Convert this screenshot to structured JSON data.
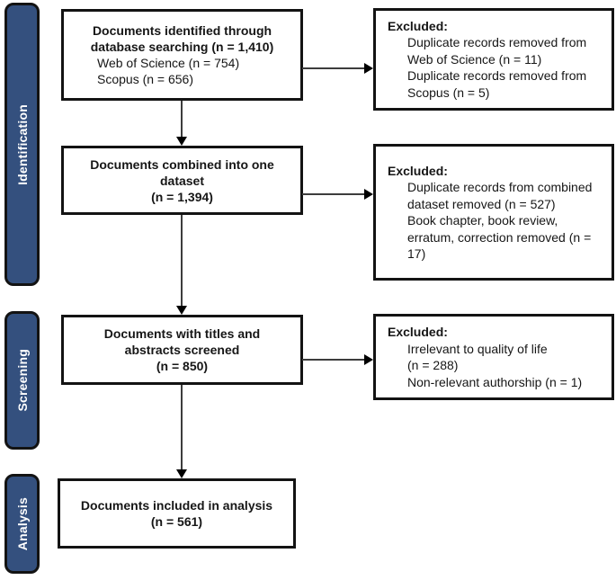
{
  "diagram": {
    "stages": {
      "identification": "Identification",
      "screening": "Screening",
      "analysis": "Analysis"
    },
    "boxes": {
      "identified": {
        "title_lines": [
          "Documents identified through",
          "database searching (n = 1,410)"
        ],
        "detail_lines": [
          "Web of Science (n = 754)",
          "Scopus (n = 656)"
        ]
      },
      "combined": {
        "title_lines": [
          "Documents combined into one",
          "dataset",
          "(n = 1,394)"
        ]
      },
      "screened": {
        "title_lines": [
          "Documents with titles and",
          "abstracts screened",
          "(n = 850)"
        ]
      },
      "included": {
        "title_lines": [
          "Documents included in analysis",
          "(n = 561)"
        ]
      }
    },
    "excluded": [
      {
        "title": "Excluded:",
        "lines": [
          "Duplicate records removed from",
          "Web of Science (n = 11)",
          "Duplicate records removed from",
          "Scopus (n = 5)"
        ]
      },
      {
        "title": "Excluded:",
        "lines": [
          "Duplicate records from combined",
          "dataset removed (n = 527)",
          "Book chapter, book review,",
          "erratum, correction removed (n =",
          "17)"
        ]
      },
      {
        "title": "Excluded:",
        "lines": [
          "Irrelevant to quality of life",
          "(n = 288)",
          "Non-relevant authorship (n = 1)"
        ]
      }
    ],
    "colors": {
      "stage_fill": "#34507e",
      "stage_text": "#ffffff",
      "box_border": "#131313",
      "arrow_line": "#3d3d3d",
      "arrow_head": "#000000",
      "background": "#ffffff"
    }
  }
}
